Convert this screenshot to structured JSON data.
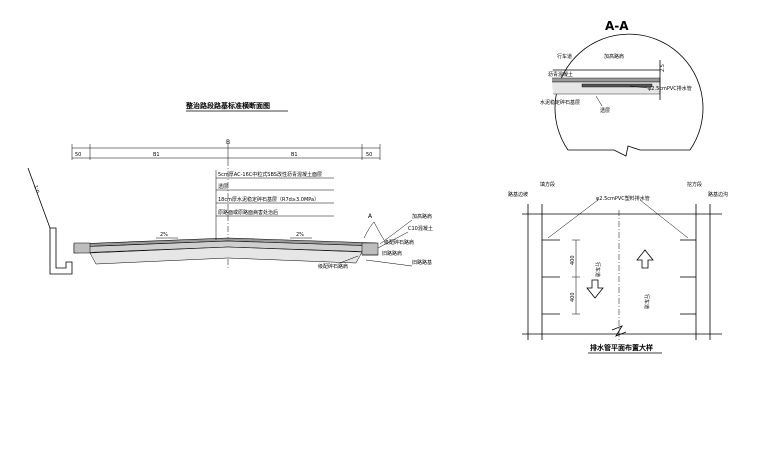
{
  "cross_section": {
    "title": "整治路段路基标准横断面图",
    "dim_total": "B",
    "dim_left_margin": "50",
    "dim_half_left": "B1",
    "dim_half_right": "B1",
    "dim_right_margin": "50",
    "slope_left": "2%",
    "slope_right": "2%",
    "slope_ratio": "1:n",
    "section_marker": "A",
    "layers": [
      "5cm厚AC-16C中粒式SBS改性沥青混凝土面层",
      "透层",
      "18cm厚水泥稳定碎石基层（R7d≥3.0MPa）",
      "原路面或原路面病害处治后"
    ],
    "right_labels": {
      "widen": "加高路肩",
      "concrete": "C10混凝土",
      "old_shoulder": "旧路路肩",
      "old_base": "旧路路基",
      "gravel_shoulder": "级配碎石路肩"
    }
  },
  "detail_aa": {
    "title": "A-A",
    "lane": "行车道",
    "widen": "加高路肩",
    "asphalt": "沥青混凝土",
    "dim": "2.5",
    "pipe": "φ2.5cmPVC排水管",
    "base": "水泥稳定碎石基层",
    "prime": "透层"
  },
  "plan": {
    "title": "排水管平面布置大样",
    "fill_left": "填方段",
    "fill_right": "挖方段",
    "edge_left": "路基边坡",
    "edge_right": "路基边沟",
    "pipe": "φ2.5cmPVC塑料排水管",
    "lane_left": "行车道",
    "lane_right": "行车道",
    "spacing_1": "400",
    "spacing_2": "400"
  }
}
